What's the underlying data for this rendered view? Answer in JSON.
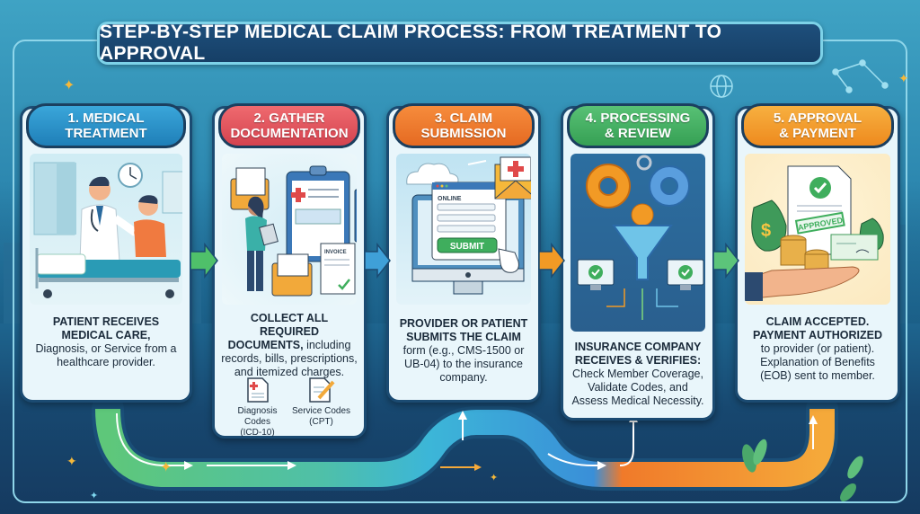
{
  "title": "STEP-BY-STEP MEDICAL CLAIM PROCESS: FROM TREATMENT TO APPROVAL",
  "colors": {
    "step1": "#2a8fc9",
    "step2": "#e0505a",
    "step3": "#f07a2a",
    "step4": "#3fae5d",
    "step5": "#f29a25",
    "panel_border": "#1b4b72",
    "title_bg": "#1e4f7c"
  },
  "steps": [
    {
      "header_line1": "1. MEDICAL",
      "header_line2": "TREATMENT",
      "illustration": "doctor-examining-patient",
      "desc_bold_line1": "PATIENT RECEIVES",
      "desc_bold_line2": "MEDICAL CARE,",
      "desc_rest": "Diagnosis, or Service from a healthcare provider."
    },
    {
      "header_line1": "2. GATHER",
      "header_line2": "DOCUMENTATION",
      "illustration": "documents-clipboard-invoice",
      "invoice_label": "INVOICE",
      "desc_bold_line1": "COLLECT ALL REQUIRED",
      "desc_bold_line2": "DOCUMENTS,",
      "desc_rest": "including records, bills, prescriptions, and itemized charges.",
      "codes": [
        {
          "label_line1": "Diagnosis Codes",
          "label_line2": "(ICD-10)",
          "icon": "medical-document-icon"
        },
        {
          "label_line1": "Service Codes",
          "label_line2": "(CPT)",
          "icon": "document-pencil-icon"
        }
      ]
    },
    {
      "header_line1": "3. CLAIM",
      "header_line2": "SUBMISSION",
      "illustration": "online-form-submit",
      "form_label": "ONLINE",
      "submit_label": "SUBMIT",
      "desc_bold_line1": "PROVIDER OR PATIENT",
      "desc_bold_line2": "SUBMITS THE CLAIM",
      "desc_rest": "form (e.g., CMS-1500 or UB-04) to the insurance company."
    },
    {
      "header_line1": "4. PROCESSING",
      "header_line2": "& REVIEW",
      "illustration": "gears-funnel-verification",
      "desc_bold_line1": "INSURANCE COMPANY",
      "desc_bold_line2": "RECEIVES & VERIFIES:",
      "desc_rest": "Check Member Coverage, Validate Codes, and Assess Medical Necessity."
    },
    {
      "header_line1": "5. APPROVAL",
      "header_line2": "& PAYMENT",
      "illustration": "approved-document-payment",
      "stamp_label": "APPROVED",
      "desc_bold_line1": "CLAIM ACCEPTED.",
      "desc_bold_line2": "PAYMENT AUTHORIZED",
      "desc_rest": "to provider (or patient). Explanation of Benefits (EOB) sent to member."
    }
  ]
}
